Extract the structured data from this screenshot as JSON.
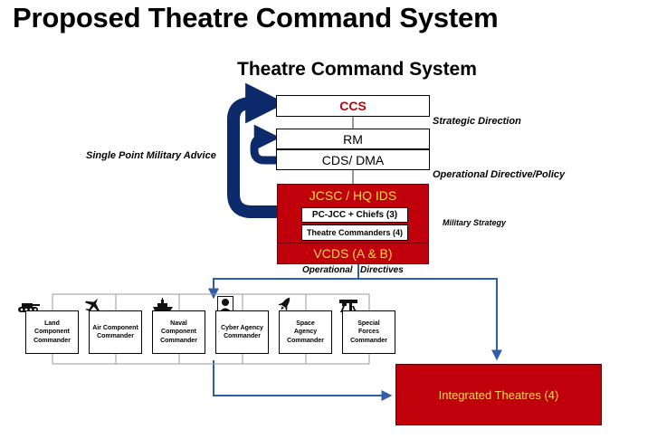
{
  "page": {
    "title": "Proposed Theatre Command System",
    "subtitle": "Theatre Command System"
  },
  "hierarchy": {
    "ccs": "CCS",
    "rm": "RM",
    "cds": "CDS/ DMA",
    "jcsc": "JCSC / HQ IDS",
    "pc_jcc": "PC-JCC + Chiefs (3)",
    "theatre_commanders": "Theatre Commanders (4)",
    "vcds": "VCDS (A & B)"
  },
  "labels": {
    "strategic_direction": "Strategic Direction",
    "operational_directive": "Operational Directive/Policy",
    "military_strategy": "Military Strategy",
    "single_point_advice": "Single Point Military Advice",
    "operational": "Operational",
    "directives": "Directives"
  },
  "commanders": [
    {
      "lines": [
        "Land",
        "Component",
        "Commander"
      ],
      "icon": "tank-icon"
    },
    {
      "lines": [
        "Air Component",
        "Commander"
      ],
      "icon": "fighter-jet-icon"
    },
    {
      "lines": [
        "Naval",
        "Component",
        "Commander"
      ],
      "icon": "warship-icon"
    },
    {
      "lines": [
        "Cyber Agency",
        "Commander"
      ],
      "icon": "hacker-icon"
    },
    {
      "lines": [
        "Space",
        "Agency",
        "Commander"
      ],
      "icon": "rocket-icon"
    },
    {
      "lines": [
        "Special",
        "Forces",
        "Commander"
      ],
      "icon": "machine-gun-icon"
    }
  ],
  "integrated": "Integrated Theatres (4)",
  "colors": {
    "red": "#c0000b",
    "yellow_text": "#ffd84a",
    "navy_arrow": "#0d2a6b",
    "blue_line": "#2f5da8"
  }
}
